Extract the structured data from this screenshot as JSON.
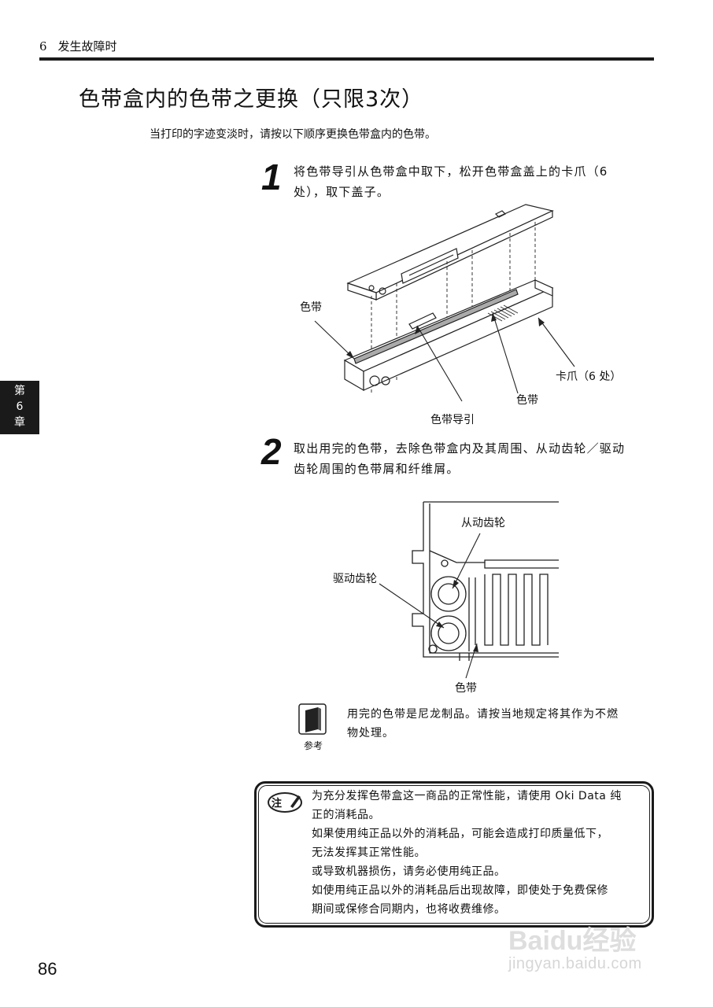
{
  "header": {
    "chapter_number": "6",
    "chapter_title": "发生故障时"
  },
  "title": "色带盒内的色带之更换（只限3次）",
  "intro": "当打印的字迹变淡时，请按以下顺序更换色带盒内的色带。",
  "chapter_tab": {
    "line1": "第",
    "line2": "6",
    "line3": "章"
  },
  "step1": {
    "number": "1",
    "line1": "将色带导引从色带盒中取下，松开色带盒盖上的卡爪（6",
    "line2": "处），取下盖子。",
    "labels": {
      "ribbon_left": "色带",
      "claw": "卡爪（6 处）",
      "ribbon_right": "色带",
      "ribbon_guide": "色带导引"
    }
  },
  "step2": {
    "number": "2",
    "line1": "取出用完的色带，去除色带盒内及其周围、从动齿轮／驱动",
    "line2": "齿轮周围的色带屑和纤维屑。",
    "labels": {
      "driven_gear": "从动齿轮",
      "drive_gear": "驱动齿轮",
      "ribbon": "色带"
    }
  },
  "reference": {
    "icon_label": "参考",
    "line1": "用完的色带是尼龙制品。请按当地规定将其作为不燃",
    "line2": "物处理。"
  },
  "note": {
    "icon_label": "注",
    "lines": [
      "为充分发挥色带盒这一商品的正常性能，请使用 Oki Data 纯",
      "正的消耗品。",
      "如果使用纯正品以外的消耗品，可能会造成打印质量低下，",
      "无法发挥其正常性能。",
      "或导致机器损伤，请务必使用纯正品。",
      "如使用纯正品以外的消耗品后出现故障，即使处于免费保修",
      "期间或保修合同期内，也将收费维修。"
    ]
  },
  "page_number": "86",
  "watermark": {
    "line1": "Baidu经验",
    "line2": "jingyan.baidu.com"
  }
}
